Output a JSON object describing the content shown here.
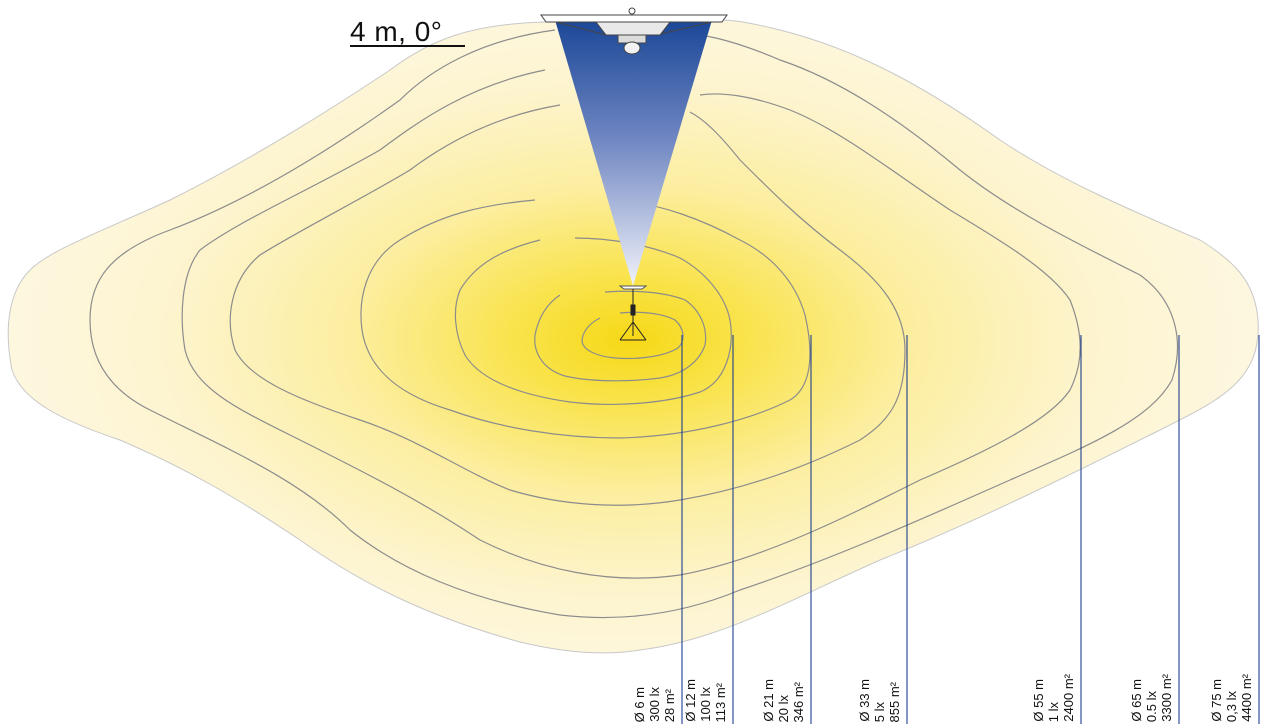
{
  "title": "4 m, 0°",
  "colors": {
    "core": "#f7dc1e",
    "mid": "#fcee9a",
    "outer": "#fdf6d8",
    "contour": "#8a8a8a",
    "leader": "#1e3f8f",
    "beam_top": "#1e4a9a",
    "beam_bottom": "#eef0f8"
  },
  "icons": [
    "floodlight-fixture-icon",
    "tripod-icon"
  ],
  "zones": [
    {
      "diameter": "Ø 6 m",
      "illuminance": "300 lx",
      "area": "28 m²"
    },
    {
      "diameter": "Ø 12 m",
      "illuminance": "100 lx",
      "area": "113 m²"
    },
    {
      "diameter": "Ø 21 m",
      "illuminance": "20 lx",
      "area": "346 m²"
    },
    {
      "diameter": "Ø 33 m",
      "illuminance": "5 lx",
      "area": "855 m²"
    },
    {
      "diameter": "Ø 55 m",
      "illuminance": "1 lx",
      "area": "2400 m²"
    },
    {
      "diameter": "Ø 65 m",
      "illuminance": "0.5 lx",
      "area": "3300 m²"
    },
    {
      "diameter": "Ø 75 m",
      "illuminance": "0,3 lx",
      "area": "4400 m²"
    }
  ]
}
